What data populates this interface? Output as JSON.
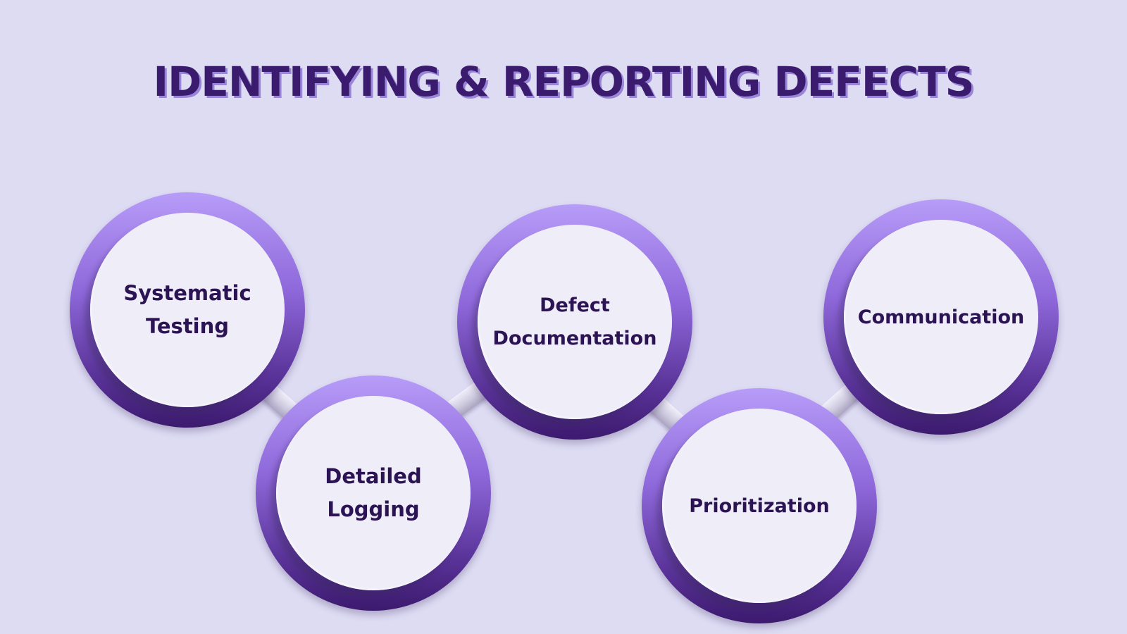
{
  "title": "IDENTIFYING & REPORTING DEFECTS",
  "steps": [
    {
      "label": "Systematic\nTesting"
    },
    {
      "label": "Detailed\nLogging"
    },
    {
      "label": "Defect\nDocumentation"
    },
    {
      "label": "Prioritization"
    },
    {
      "label": "Communication"
    }
  ],
  "colors": {
    "background": "#dedcf3",
    "title": "#3a1b6e",
    "ring_top": "#b79cf8",
    "ring_bottom": "#3c1a6e",
    "circle_fill": "#eeedf8",
    "label": "#2c1454"
  }
}
